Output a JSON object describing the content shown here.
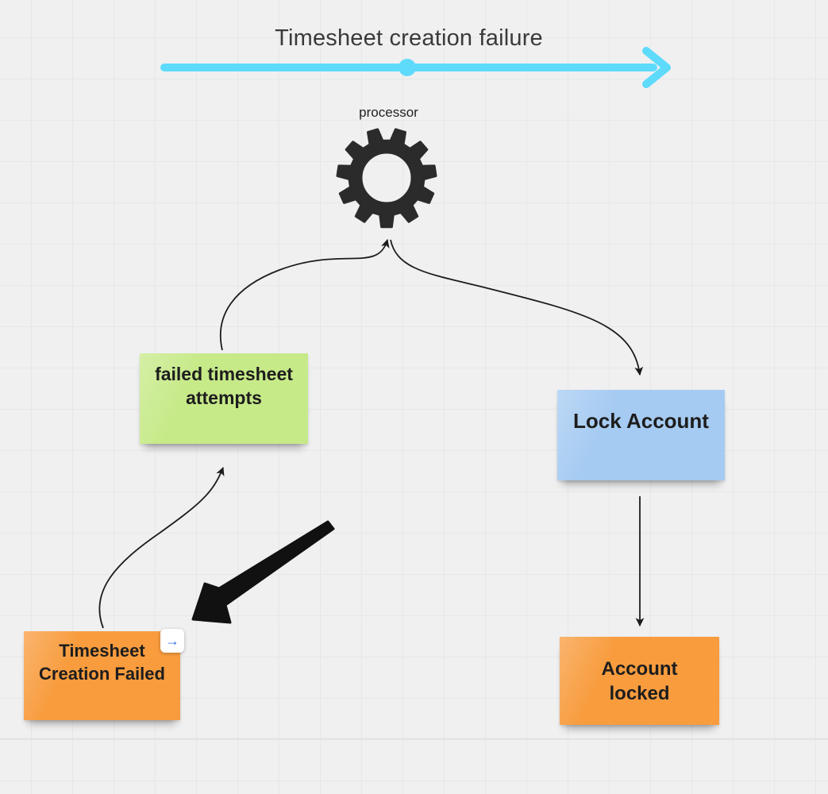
{
  "board": {
    "title": "Timesheet creation failure",
    "processor_label": "processor"
  },
  "colors": {
    "background": "#f0f0f1",
    "grid_line": "#e7e7e9",
    "frame_line": "#dcdcde",
    "timeline_arrow": "#5edbfb",
    "gear": "#2b2b2b",
    "connector": "#1c1c1c",
    "big_arrow": "#111111",
    "note_green": "#c7ea89",
    "note_blue": "#a6cbf2",
    "note_orange": "#f89c3e",
    "note_text": "#1d1d1d",
    "action_arrow": "#2e6fe8"
  },
  "notes": {
    "failed_attempts": {
      "text": "failed timesheet attempts"
    },
    "lock_account": {
      "text": "Lock Account"
    },
    "timesheet_failed": {
      "text": "Timesheet Creation Failed"
    },
    "account_locked": {
      "text": "Account locked"
    }
  },
  "action_button": {
    "glyph": "→"
  }
}
